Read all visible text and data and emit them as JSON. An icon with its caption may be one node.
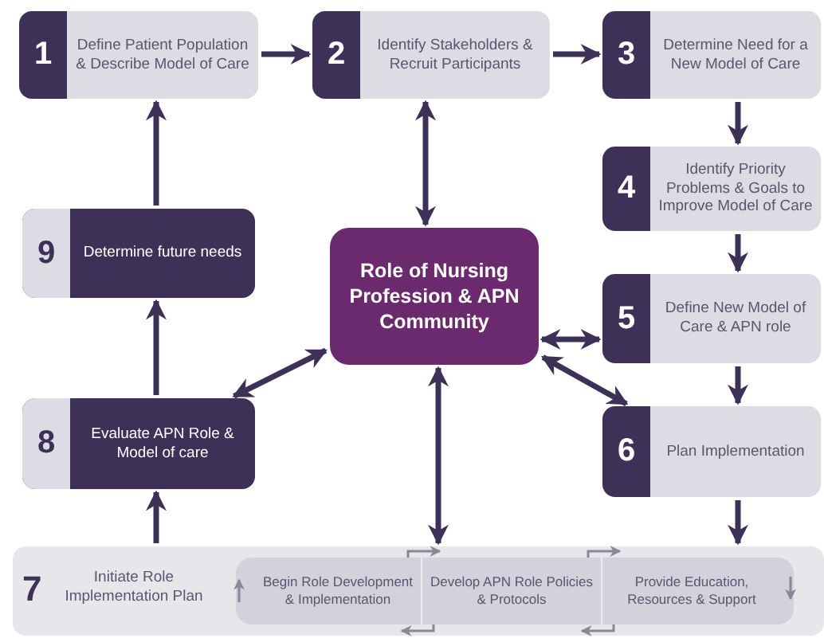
{
  "diagram": {
    "nodes": [
      {
        "text": [
          "1",
          "Define Patient Population & Describe Model of Care"
        ]
      },
      {
        "text": [
          "2",
          "Identify Stakeholders & Recruit Participants"
        ]
      },
      {
        "text": [
          "3",
          "Determine Need for a New Model of Care"
        ]
      },
      {
        "text": [
          "4",
          "Identify Priority Problems & Goals to Improve Model of Care"
        ]
      },
      {
        "text": [
          "9",
          "Determine future needs"
        ]
      },
      {
        "text": [
          "Role of Nursing Profession & APN Community"
        ]
      },
      {
        "text": [
          "5",
          "Define New Model of Care & APN role"
        ]
      },
      {
        "text": [
          "8",
          "Evaluate APN Role & Model of care"
        ]
      },
      {
        "text": [
          "6",
          "Plan Implementation"
        ]
      },
      {
        "text": [
          "7",
          "Initiate Role Implementation Plan"
        ]
      },
      {
        "text": [],
        "shape": "box",
        "in": 9
      },
      {
        "text": [
          "Begin Role Development & Implementation"
        ],
        "in": 10
      },
      {
        "text": [
          "Develop APN Role Policies & Protocols"
        ],
        "in": 10
      },
      {
        "text": [
          "Provide Education, Resources & Support"
        ],
        "in": 10
      }
    ],
    "edges": [
      {
        "from": 0,
        "to": 1,
        "arrow": "to"
      },
      {
        "from": 1,
        "to": 2,
        "arrow": "to"
      },
      {
        "from": 2,
        "to": 3,
        "arrow": "to"
      },
      {
        "from": 3,
        "to": 6,
        "arrow": "to"
      },
      {
        "from": 6,
        "to": 8,
        "arrow": "to"
      },
      {
        "from": 8,
        "to": 9,
        "arrow": "to"
      },
      {
        "from": 9,
        "to": 7,
        "arrow": "to"
      },
      {
        "from": 7,
        "to": 4,
        "arrow": "to"
      },
      {
        "from": 4,
        "to": 0,
        "arrow": "to"
      },
      {
        "from": 1,
        "to": 5,
        "arrow": "both"
      },
      {
        "from": 5,
        "to": 6,
        "arrow": "both"
      },
      {
        "from": 5,
        "to": 7,
        "arrow": "both"
      },
      {
        "from": 5,
        "to": 8,
        "arrow": "both"
      },
      {
        "from": 5,
        "to": 9,
        "arrow": "both"
      },
      {
        "from": 11,
        "to": 12,
        "arrow": "to"
      },
      {
        "from": 12,
        "to": 13,
        "arrow": "to"
      },
      {
        "from": 13,
        "to": 12,
        "arrow": "to"
      },
      {
        "from": 12,
        "to": 11,
        "arrow": "to"
      }
    ]
  }
}
